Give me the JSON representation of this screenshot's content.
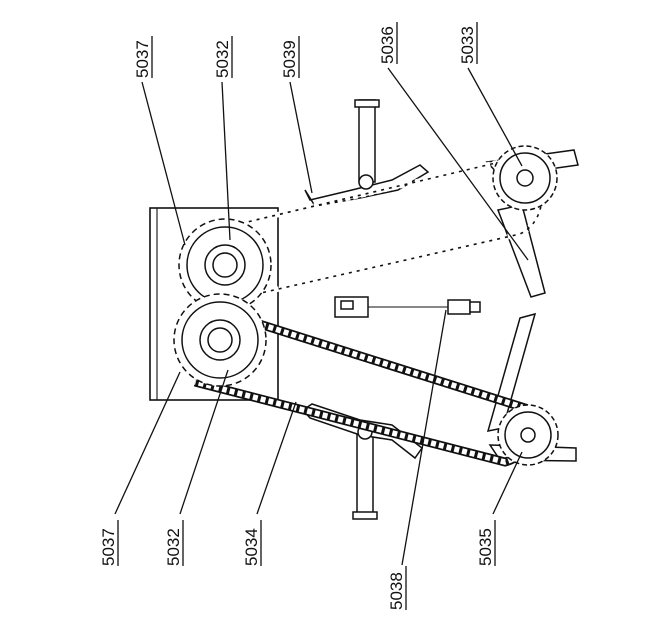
{
  "diagram": {
    "labels": {
      "l5037_top": "5037",
      "l5032_top": "5032",
      "l5039": "5039",
      "l5036": "5036",
      "l5033": "5033",
      "l5037_bot": "5037",
      "l5032_bot": "5032",
      "l5034": "5034",
      "l5038": "5038",
      "l5035": "5035"
    }
  }
}
